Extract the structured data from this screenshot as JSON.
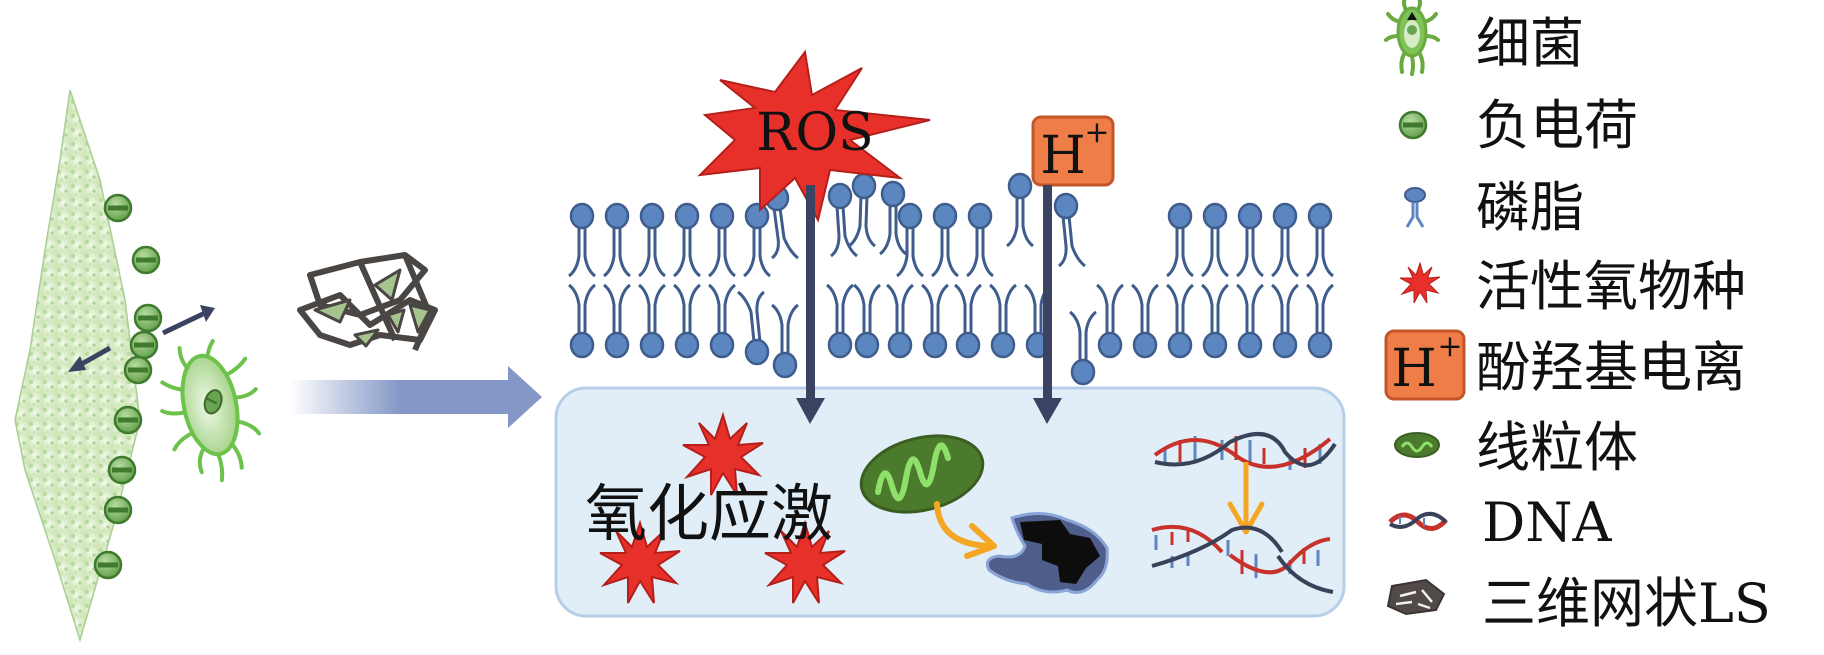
{
  "diagram": {
    "title_labels": {
      "ros": "ROS",
      "h_plus_main": "H",
      "h_plus_sup": "+",
      "oxidative_stress": "氧化应激"
    },
    "legend": [
      {
        "icon": "bacteria-icon",
        "label": "细菌"
      },
      {
        "icon": "negative-charge-icon",
        "label": "负电荷"
      },
      {
        "icon": "phospholipid-icon",
        "label": "磷脂"
      },
      {
        "icon": "ros-star-icon",
        "label": "活性氧物种"
      },
      {
        "icon": "h-plus-icon",
        "label": "酚羟基电离",
        "badge_main": "H",
        "badge_sup": "+"
      },
      {
        "icon": "mitochondria-icon",
        "label": "线粒体"
      },
      {
        "icon": "dna-icon",
        "label": "DNA"
      },
      {
        "icon": "ls-network-icon",
        "label": "三维网状LS"
      }
    ],
    "colors": {
      "lipid_head": "#5b86c0",
      "lipid_stroke": "#3f5d8c",
      "arrow_dark": "#3b4262",
      "ros_red": "#e8302a",
      "h_orange": "#ef7d47",
      "cell_fill": "#e1eef8",
      "cell_stroke": "#b7cfe6",
      "bacteria_green": "#6cc24a",
      "charge_green": "#5d9e45",
      "flow_arrow": "#8497c6",
      "orange_arrow": "#f5a623",
      "dna_red": "#c7322b",
      "dna_dark": "#3a4259"
    }
  }
}
